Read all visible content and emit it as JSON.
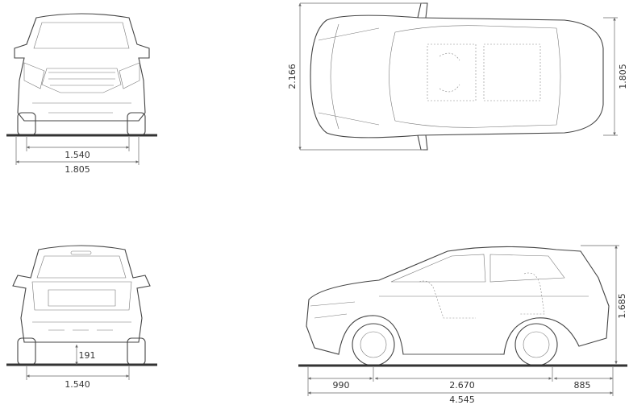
{
  "views": {
    "front": {
      "track": "1.540",
      "width": "1.805"
    },
    "top": {
      "mirror_width": "2.166",
      "width": "1.805"
    },
    "rear": {
      "ground_clearance": "191",
      "track": "1.540"
    },
    "side": {
      "front_overhang": "990",
      "wheelbase": "2.670",
      "rear_overhang": "885",
      "length": "4.545",
      "height": "1.685"
    }
  },
  "colors": {
    "line": "#444444",
    "ground": "#333333"
  }
}
